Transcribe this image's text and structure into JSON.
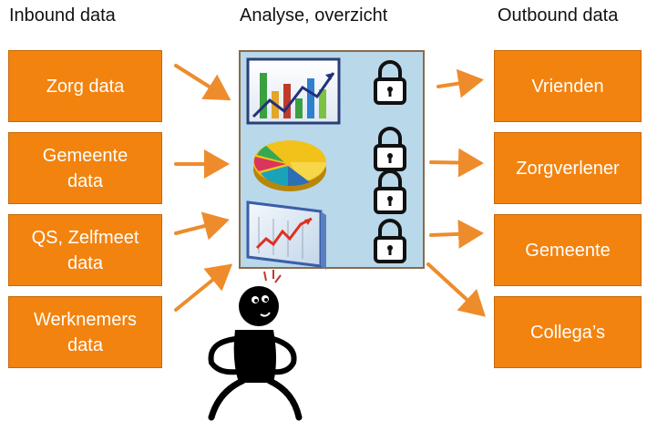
{
  "headings": {
    "inbound": "Inbound data",
    "analyse": "Analyse, overzicht",
    "outbound": "Outbound data"
  },
  "inbound": [
    {
      "label": "Zorg data"
    },
    {
      "label": "Gemeente data"
    },
    {
      "label": "QS, Zelfmeet data"
    },
    {
      "label": "Werknemers data"
    }
  ],
  "outbound": [
    {
      "label": "Vrienden"
    },
    {
      "label": "Zorgverlener"
    },
    {
      "label": "Gemeente"
    },
    {
      "label": "Collega’s"
    }
  ],
  "colors": {
    "box": "#f2830f",
    "arrow": "#ee8c2c",
    "panel": "#b9d8ea",
    "panel_border": "#8a6a4a"
  },
  "icons": [
    "bar-chart-icon",
    "pie-chart-icon",
    "line-chart-icon",
    "padlock-icon",
    "thinking-figure-icon"
  ]
}
